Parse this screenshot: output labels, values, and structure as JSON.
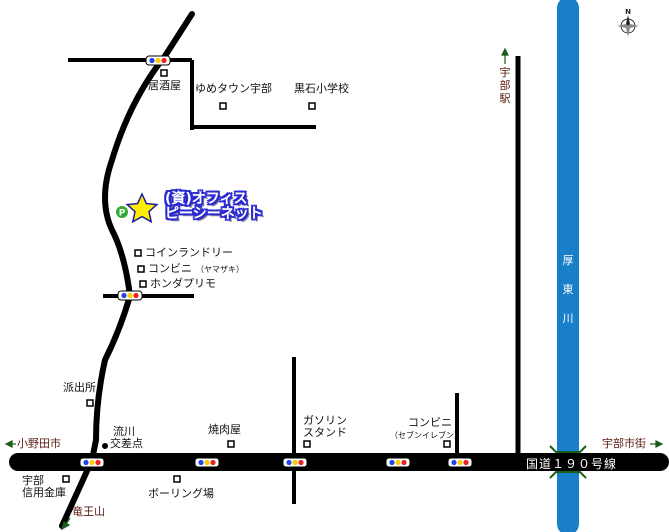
{
  "map": {
    "compass_letter": "N",
    "route_label": "国道１９０号線",
    "river_label": "厚東川",
    "office": {
      "line1": "(資)オフィス",
      "line2": "ピーシーネット",
      "parking_symbol": "P"
    },
    "directions": {
      "west": "小野田市",
      "east": "宇部市街",
      "south": "竜王山",
      "north_station": "宇部駅"
    },
    "landmarks": {
      "izakaya": "居酒屋",
      "youme_town": "ゆめタウン宇部",
      "kuroishi_school": "黒石小学校",
      "coin_laundry": "コインランドリー",
      "convenience_1": "コンビニ",
      "convenience_1_note": "（ヤマザキ）",
      "honda_primo": "ホンダプリモ",
      "police_box": "派出所",
      "nagare_line1": "流川",
      "nagare_line2": "交差点",
      "yakinikuya": "焼肉屋",
      "gas_line1": "ガソリン",
      "gas_line2": "スタンド",
      "convenience_2": "コンビニ",
      "convenience_2_note": "（セブンイレブン）",
      "bank_line1": "宇部",
      "bank_line2": "信用金庫",
      "bowling": "ボーリング場"
    },
    "colors": {
      "road": "#000000",
      "river": "#1a7fc9",
      "office_text": "#ffffff",
      "office_outline": "#2b2bd0",
      "star": "#ffee00",
      "parking": "#33aa33",
      "direction_text": "#5a1a10",
      "arrow": "#1a5c1a"
    }
  }
}
